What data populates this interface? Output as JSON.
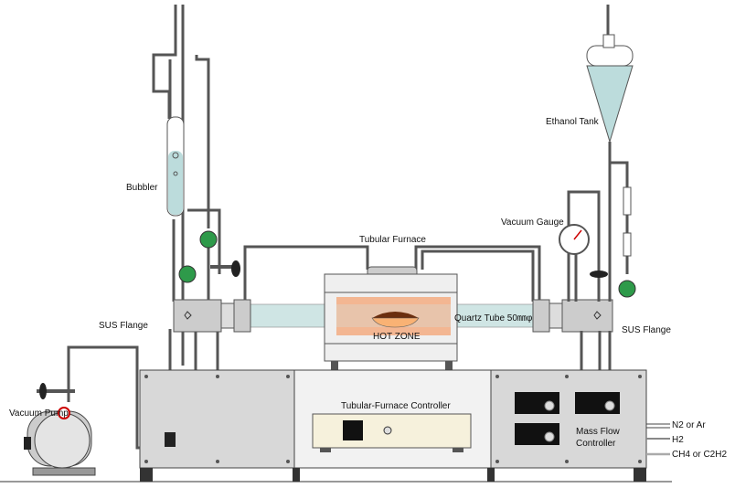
{
  "labels": {
    "bubbler": "Bubbler",
    "tubular_furnace": "Tubular Furnace",
    "ethanol_tank": "Ethanol Tank",
    "vacuum_gauge": "Vacuum Gauge",
    "sus_flange_left": "SUS Flange",
    "sus_flange_right": "SUS Flange",
    "quartz_tube": "Quartz Tube 50㎜φ",
    "hot_zone": "HOT ZONE",
    "furnace_controller": "Tubular-Furnace Controller",
    "vacuum_pump": "Vacuum Pump",
    "mfc_line1": "Mass Flow",
    "mfc_line2": "Controller",
    "gas_1": "N2 or Ar",
    "gas_2": "H2",
    "gas_3": "CH4 or C2H2"
  },
  "colors": {
    "quartz_tube": "#cfe5e4",
    "hot_zone": "#f4a77a",
    "valve": "#2e9a4a",
    "cabinet": "#d8d8d8",
    "ethanol": "#bcdcdc"
  }
}
